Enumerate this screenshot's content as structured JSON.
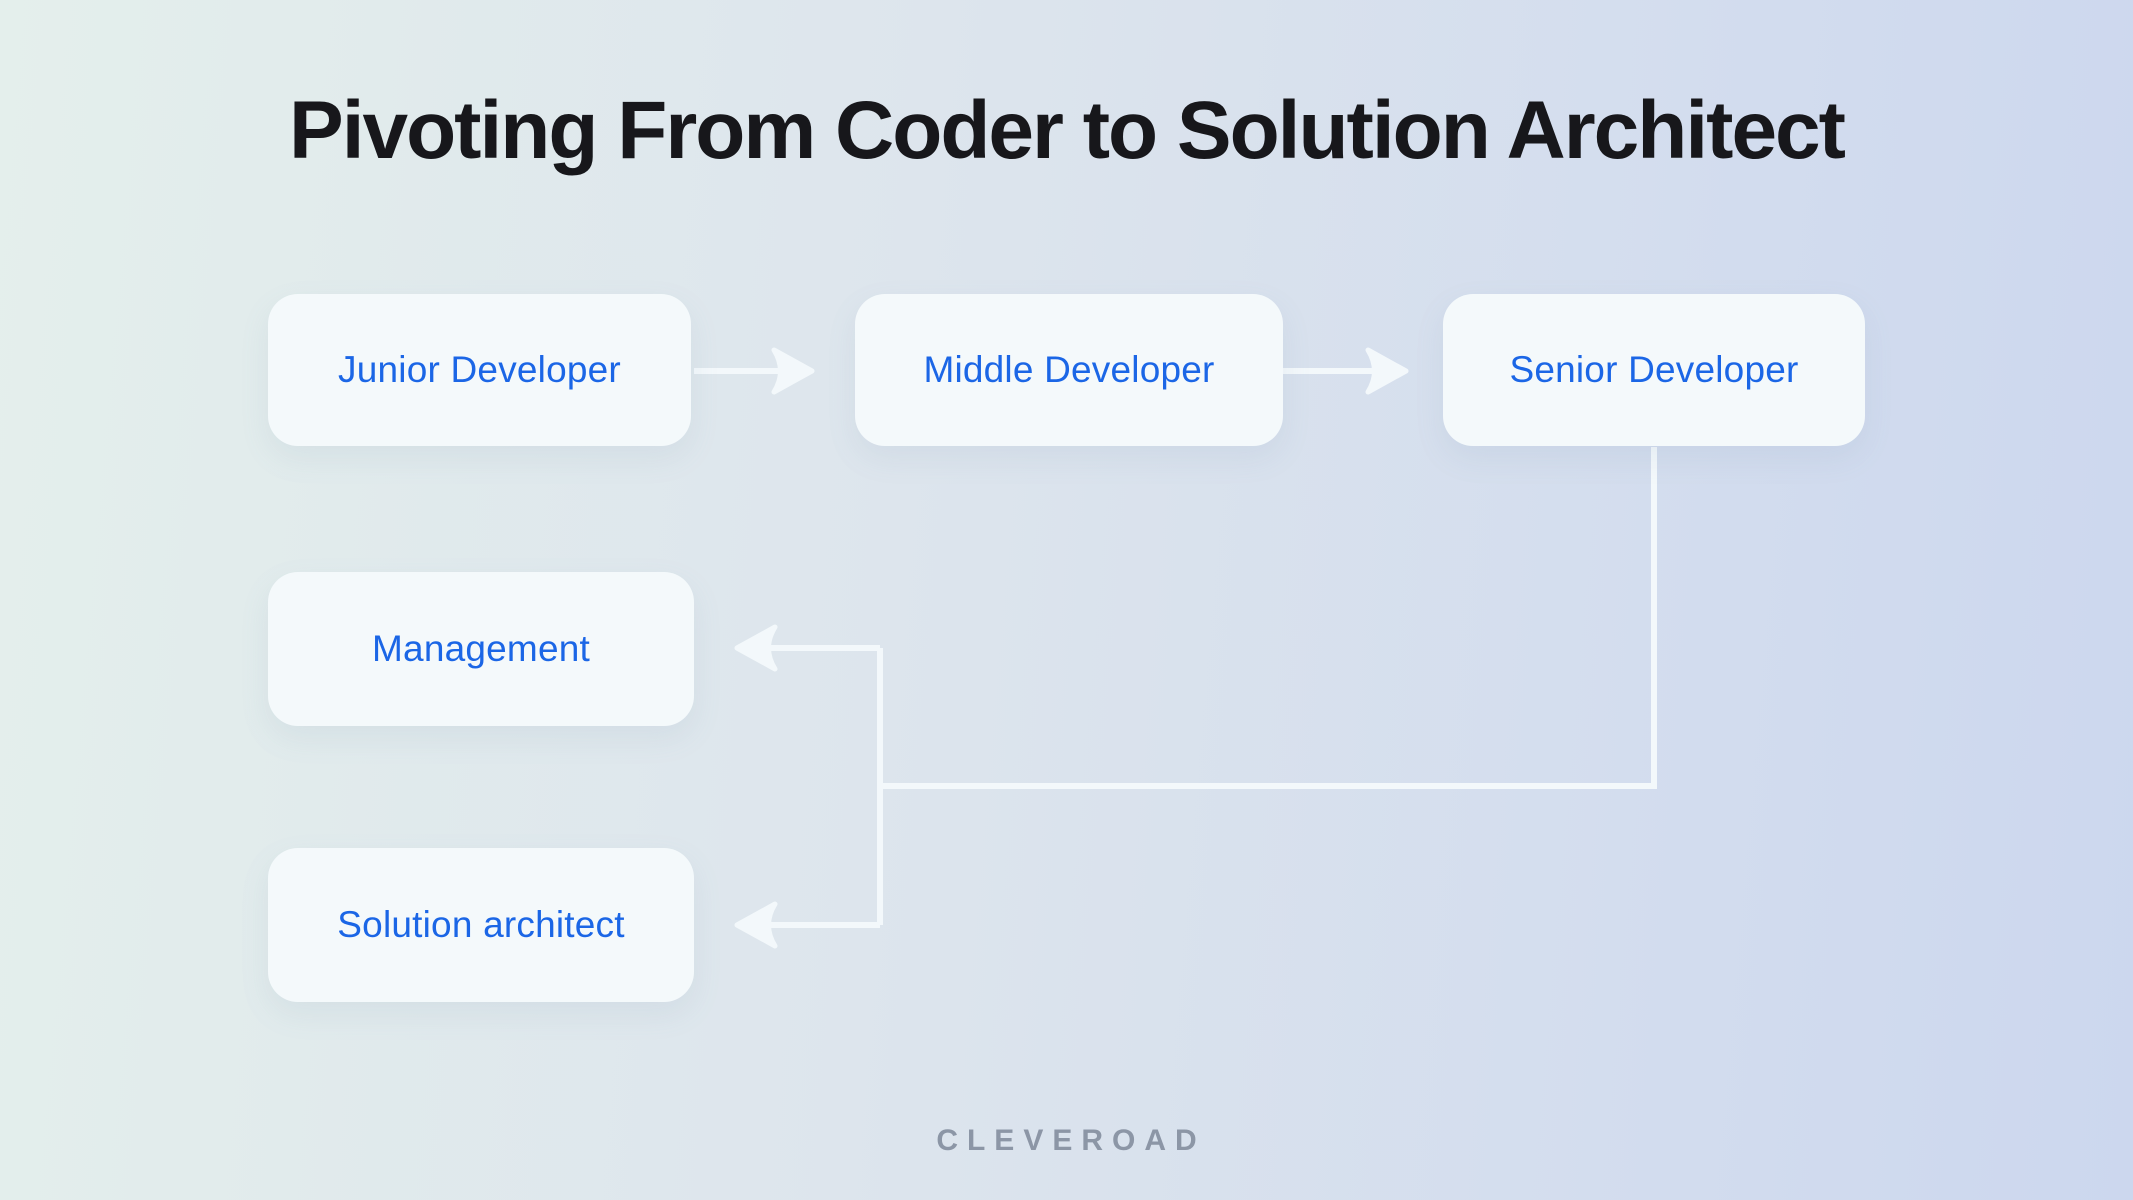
{
  "title": "Pivoting From Coder to Solution Architect",
  "diagram": {
    "nodes": [
      {
        "id": "junior",
        "label": "Junior Developer"
      },
      {
        "id": "middle",
        "label": "Middle Developer"
      },
      {
        "id": "senior",
        "label": "Senior Developer"
      },
      {
        "id": "management",
        "label": "Management"
      },
      {
        "id": "solution_architect",
        "label": "Solution architect"
      }
    ],
    "edges": [
      {
        "from": "junior",
        "to": "middle"
      },
      {
        "from": "middle",
        "to": "senior"
      },
      {
        "from": "senior",
        "to": "management"
      },
      {
        "from": "senior",
        "to": "solution_architect"
      }
    ]
  },
  "footer": {
    "logo_text": "CLEVEROAD"
  },
  "colors": {
    "background_left": "#e4efec",
    "background_right": "#ccd7ee",
    "node_fill": "#f4f9fb",
    "node_text": "#1b66e6",
    "connector": "#f3f8fb",
    "title_text": "#17171b",
    "logo_text": "#8c96a6"
  }
}
